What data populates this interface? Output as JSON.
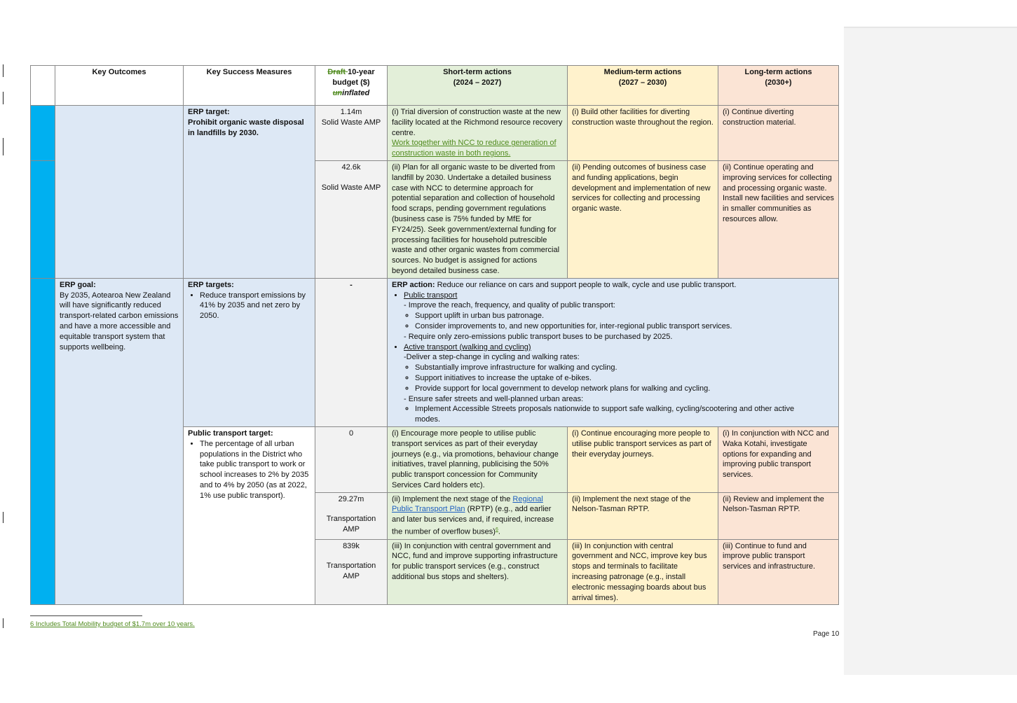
{
  "headers": {
    "outcomes": "Key Outcomes",
    "measures": "Key Success Measures",
    "budget_deleted": "Draft ",
    "budget_line1": "10-year budget ($)",
    "budget_un": "un",
    "budget_inflated": "inflated",
    "short_title": "Short-term actions",
    "short_years": "(2024 – 2027)",
    "medium_title": "Medium-term actions",
    "medium_years": "(2027 – 2030)",
    "long_title": "Long-term actions",
    "long_years": "(2030+)"
  },
  "rows": {
    "waste": {
      "measure_label": "ERP target:",
      "measure_text": "Prohibit organic waste disposal in landfills by 2030.",
      "r1": {
        "budget": "1.14m",
        "source": "Solid Waste AMP",
        "short": "(i) Trial diversion of construction waste at the new facility located at the Richmond resource recovery centre.",
        "short_added": "Work together with NCC to reduce generation of construction waste in both regions.",
        "medium": "(i) Build other facilities for diverting construction waste throughout the region.",
        "long": "(i) Continue diverting construction material."
      },
      "r2": {
        "budget": "42.6k",
        "source": "Solid Waste AMP",
        "short": "(ii) Plan for all organic waste to be diverted from landfill by 2030. Undertake a detailed business case with NCC to determine approach for potential separation and collection of household food scraps, pending government regulations (business case is 75% funded by MfE for FY24/25). Seek government/external funding for processing facilities for household putrescible waste and other organic wastes from commercial sources. No budget is assigned for actions beyond detailed business case.",
        "medium": "(ii) Pending outcomes of business case and funding applications, begin development and implementation of new services for collecting and processing organic waste.",
        "long": "(ii) Continue operating and improving services for collecting and processing organic waste. Install new facilities and services in smaller communities as resources allow."
      }
    },
    "transport": {
      "outcome_label": "ERP goal:",
      "outcome_text": "By 2035, Aotearoa New Zealand will have significantly reduced transport-related carbon emissions and have a more accessible and equitable transport system that supports wellbeing.",
      "erp": {
        "measure_label": "ERP targets:",
        "measure_bullet": "Reduce transport emissions by 41% by 2035 and net zero by 2050.",
        "budget": "-",
        "action_label": "ERP action:",
        "action_text": " Reduce our reliance on cars and support people to walk, cycle and use public transport.",
        "pt_heading": "Public transport",
        "pt_line1": "- Improve the reach, frequency, and quality of public transport:",
        "pt_sub1": "Support uplift in urban bus patronage.",
        "pt_sub2": "Consider improvements to, and new opportunities for, inter-regional public transport services.",
        "pt_line2": "- Require only zero-emissions public transport buses to be purchased by 2025.",
        "at_heading": "Active transport (walking and cycling)",
        "at_line1": "-Deliver a step-change in cycling and walking rates:",
        "at_sub1": "Substantially improve infrastructure for walking and cycling.",
        "at_sub2": "Support initiatives to increase the uptake of e-bikes.",
        "at_sub3": "Provide support for local government to develop network plans for walking and cycling.",
        "at_line2": "- Ensure safer streets and well-planned urban areas:",
        "at_sub4": "Implement Accessible Streets proposals nationwide to support safe walking, cycling/scootering and other active modes."
      },
      "pt": {
        "measure_label": "Public transport target:",
        "measure_bullet": "The percentage of all urban populations in the District who take public transport to work or school increases to 2% by 2035 and to 4% by 2050 (as at 2022, 1% use public transport).",
        "r1": {
          "budget": "0",
          "short": "(i) Encourage more people to utilise public transport services as part of their everyday journeys (e.g., via promotions, behaviour change initiatives, travel planning, publicising the 50% public transport concession for Community Services Card holders etc).",
          "medium": "(i) Continue encouraging more people to utilise public transport services as part of their everyday journeys.",
          "long": "(i) In conjunction with NCC and Waka Kotahi, investigate options for expanding and improving public transport services."
        },
        "r2": {
          "budget": "29.27m",
          "source": "Transportation AMP",
          "short_pre": "(ii) Implement the next stage of the ",
          "short_link": "Regional Public Transport Plan",
          "short_post": " (RPTP) (e.g., add earlier and later bus services and, if required, increase the number of overflow buses)",
          "short_sup": "6",
          "short_end": ".",
          "medium": "(ii)  Implement the next stage of the Nelson-Tasman RPTP.",
          "long": "(ii) Review and implement the Nelson-Tasman RPTP."
        },
        "r3": {
          "budget": "839k",
          "source": "Transportation AMP",
          "short": "(iii) In conjunction with central government and NCC, fund and improve supporting infrastructure for public transport services (e.g., construct additional bus stops and shelters).",
          "medium": "(iii) In conjunction with central government and NCC, improve key bus stops and terminals to facilitate increasing patronage (e.g., install electronic messaging boards about bus arrival times).",
          "long": "(iii) Continue to fund and improve public transport services and infrastructure."
        }
      }
    }
  },
  "footnote": "6 Includes Total Mobility budget of $1.7m over 10 years.",
  "page": "Page 10",
  "colors": {
    "strip": "#00b0f0",
    "blue": "#dde8f5",
    "gray": "#f2f2f2",
    "green": "#e3efd9",
    "yellow": "#fff2cc",
    "orange": "#fbe4d5",
    "tracked_change": "#4f8a1d",
    "link": "#1f5fbf"
  }
}
